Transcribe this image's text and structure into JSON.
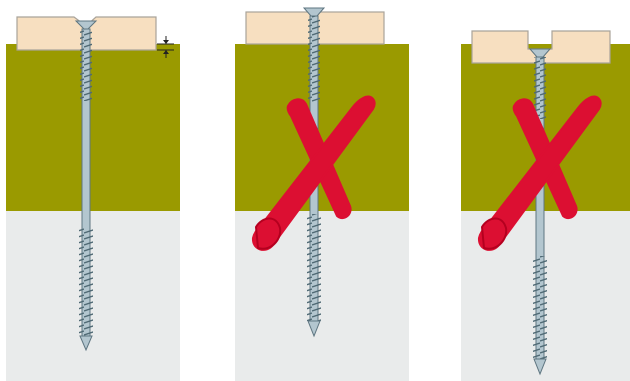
{
  "colors": {
    "background": "#ffffff",
    "wood": "#9a9a00",
    "substrate": "#e9ebeb",
    "plate": "#f7dfc0",
    "plate_stroke": "#a9a39a",
    "screw": "#b3c6cf",
    "screw_stroke": "#5e7580",
    "thread": "#4f6974",
    "cross": "#dc0f32",
    "cross_dark": "#b5001f",
    "annotation": "#222222"
  },
  "panels": [
    {
      "id": "correct",
      "state": "countersunk-flush",
      "icon": "none"
    },
    {
      "id": "wrong-raised",
      "state": "head-above-plate",
      "icon": "red-x-icon"
    },
    {
      "id": "wrong-sunk",
      "state": "head-sunk-into-plate",
      "icon": "red-x-icon"
    }
  ]
}
